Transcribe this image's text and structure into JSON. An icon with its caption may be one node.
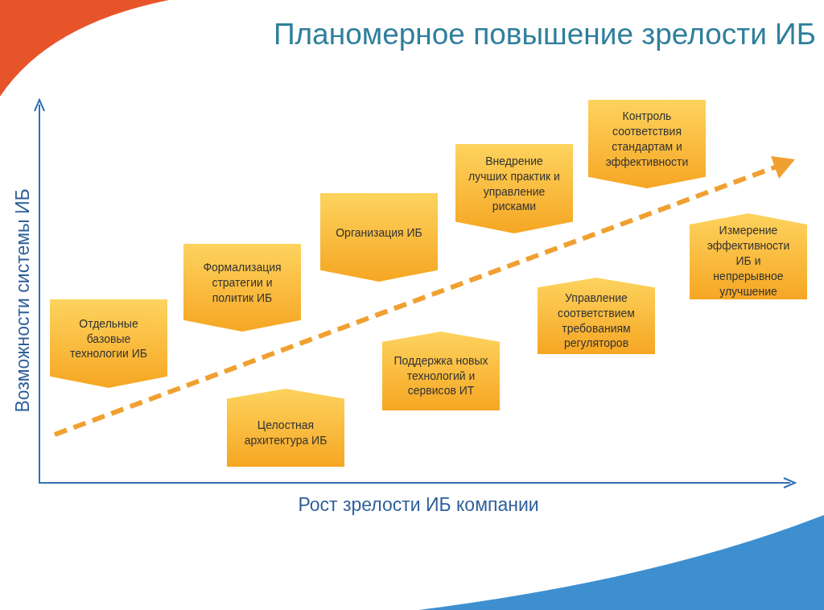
{
  "diagram": {
    "title": "Планомерное повышение зрелости ИБ",
    "nodes": [
      {
        "text": [
          "Отдельные базовые технологии ИБ"
        ]
      },
      {
        "text": [
          "Формализация стратегии и политик ИБ"
        ]
      },
      {
        "text": [
          "Целостная архитектура ИБ"
        ]
      },
      {
        "text": [
          "Организация ИБ"
        ]
      },
      {
        "text": [
          "Поддержка новых технологий и сервисов ИТ"
        ]
      },
      {
        "text": [
          "Внедрение лучших практик и управление рисками"
        ]
      },
      {
        "text": [
          "Управление соответствием требованиям регуляторов"
        ]
      },
      {
        "text": [
          "Контроль соответствия стандартам и эффективности"
        ]
      },
      {
        "text": [
          "Измерение эффективности ИБ и непрерывное улучшение"
        ]
      }
    ],
    "edges": [],
    "labels": [
      "Возможности системы ИБ",
      "Рост зрелости ИБ компании"
    ]
  }
}
